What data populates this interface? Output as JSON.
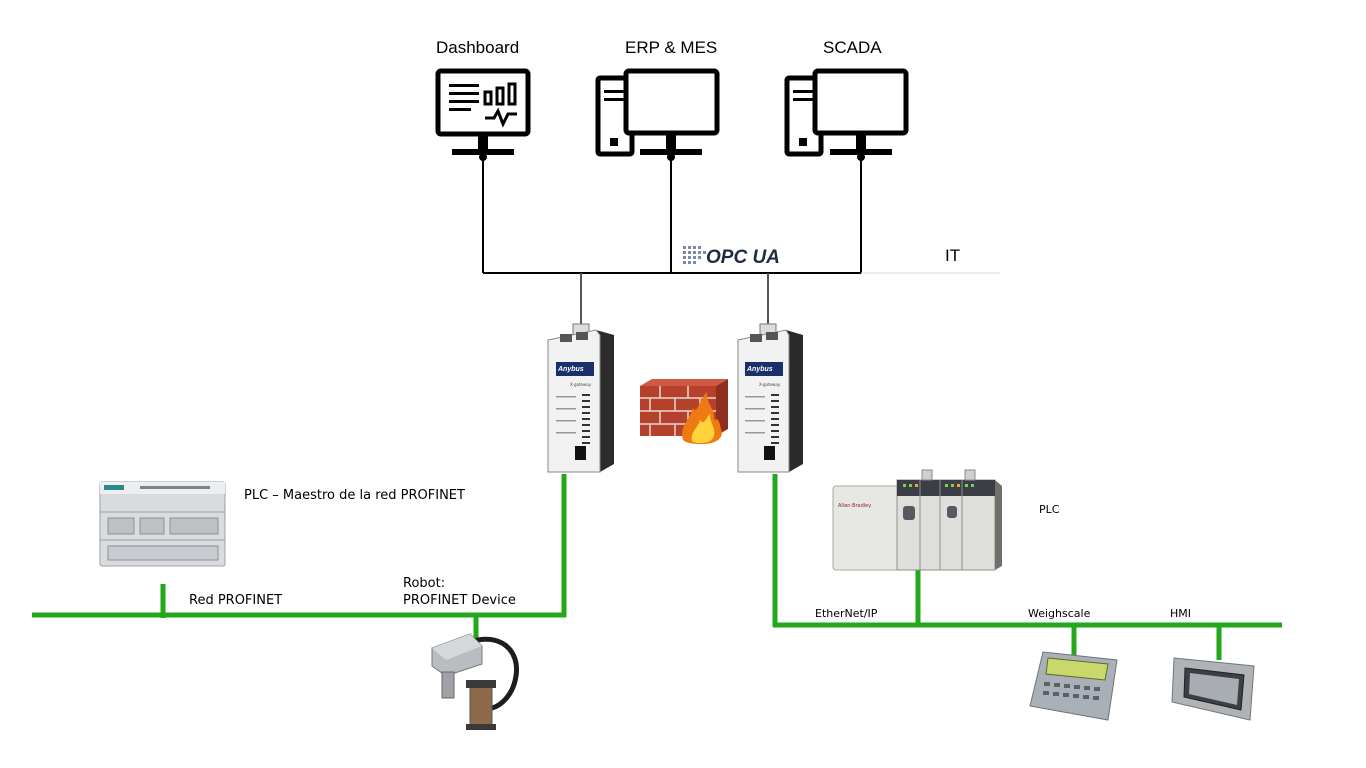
{
  "top": {
    "dashboard_label": "Dashboard",
    "erp_label": "ERP & MES",
    "scada_label": "SCADA"
  },
  "opc": {
    "logo_text": "OPC UA"
  },
  "it_label": "IT",
  "left_network": {
    "plc_label": "PLC – Maestro de la red PROFINET",
    "network_label": "Red PROFINET",
    "robot_label_line1": "Robot:",
    "robot_label_line2": "PROFINET Device"
  },
  "right_network": {
    "plc_label": "PLC",
    "network_label": "EtherNet/IP",
    "weighscale_label": "Weighscale",
    "hmi_label": "HMI"
  },
  "gateway": {
    "brand": "Anybus",
    "model": "X-gateway"
  },
  "colors": {
    "network_line": "#22a81a",
    "it_line": "#000000",
    "gateway_body": "#f2f2f2",
    "firewall_brick": "#b5402b"
  }
}
